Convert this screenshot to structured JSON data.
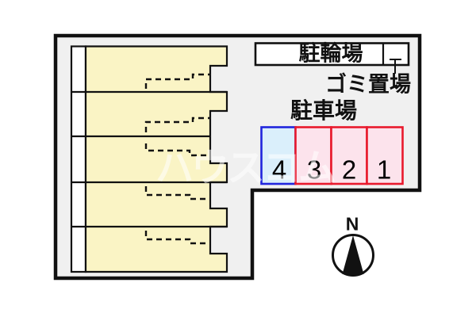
{
  "site_plan": {
    "bicycle_parking_label": "駐輪場",
    "garbage_area_label": "ゴミ置場",
    "car_parking_label": "駐車場",
    "compass_north_label": "N",
    "watermark_text": "ハウスコム"
  },
  "parking_spaces": [
    {
      "number": "4",
      "fill": "#daeffb",
      "border": "#2025dd"
    },
    {
      "number": "3",
      "fill": "#fce3ec",
      "border": "#e8192c"
    },
    {
      "number": "2",
      "fill": "#fce3ec",
      "border": "#e8192c"
    },
    {
      "number": "1",
      "fill": "#fce3ec",
      "border": "#e8192c"
    }
  ],
  "building": {
    "fill": "#faf4c5"
  },
  "colors": {
    "site_ground": "#f0f0f0",
    "outline": "#111111",
    "background": "#ffffff",
    "building_strip": "#ffffff"
  }
}
